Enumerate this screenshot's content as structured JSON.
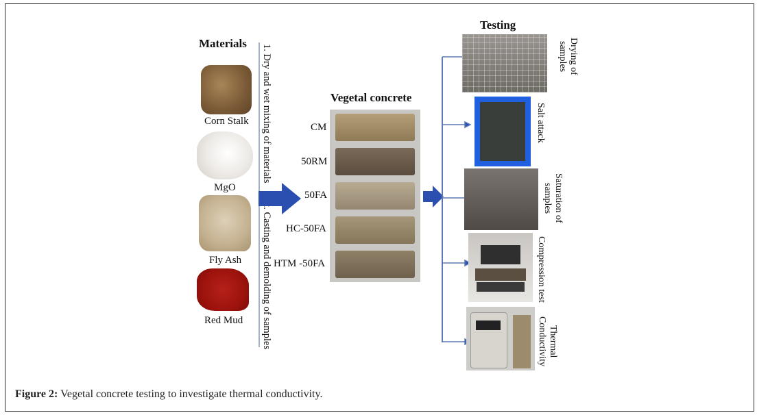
{
  "figure": {
    "caption": {
      "label": "Figure 2:",
      "text": " Vegetal concrete testing to investigate thermal conductivity."
    }
  },
  "materials": {
    "heading": "Materials",
    "items": [
      {
        "name": "Corn Stalk",
        "color": "#8a6a44"
      },
      {
        "name": "MgO",
        "color": "#e6e3df"
      },
      {
        "name": "Fly Ash",
        "color": "#c9b79a"
      },
      {
        "name": "Red Mud",
        "color": "#a8170f"
      }
    ]
  },
  "process": {
    "step1": "1. Dry and wet mixing of materials",
    "step2": "2. Casting and demolding of samples"
  },
  "vegetal_concrete": {
    "heading": "Vegetal concrete",
    "samples": [
      "CM",
      "50RM",
      "50FA",
      "HC-50FA",
      "HTM -50FA"
    ]
  },
  "testing": {
    "heading": "Testing",
    "items": [
      {
        "lines": [
          "Drying of",
          "samples"
        ]
      },
      {
        "lines": [
          "Salt attack"
        ]
      },
      {
        "lines": [
          "Saturation of",
          "samples"
        ]
      },
      {
        "lines": [
          "Compression test"
        ]
      },
      {
        "lines": [
          "Thermal",
          "Conductivity"
        ]
      }
    ]
  },
  "colors": {
    "arrow_blue": "#2a4fb0",
    "connector": "#5b79b3",
    "divider": "#9fb1cc",
    "salt_box": "#1f5fe0"
  }
}
